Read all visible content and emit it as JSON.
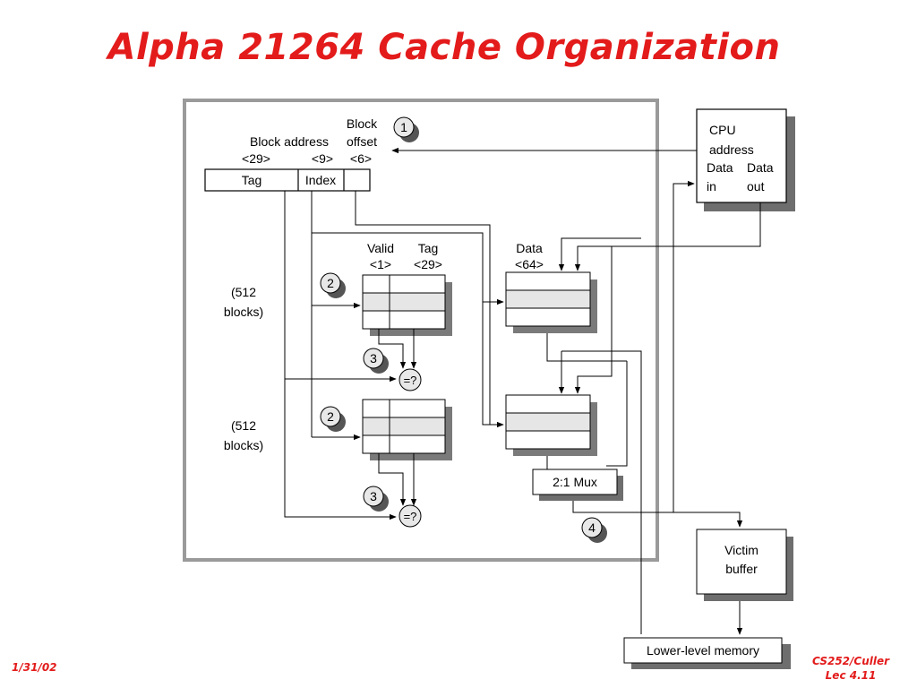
{
  "slide": {
    "title": "Alpha 21264 Cache Organization",
    "date": "1/31/02",
    "course": "CS252/Culler",
    "lecture": "Lec 4.11"
  },
  "diagram": {
    "address": {
      "block_label": "Block",
      "offset_label": "offset",
      "block_address_label": "Block address",
      "tag_width": "<29>",
      "index_width": "<9>",
      "offset_width": "<6>",
      "tag_field": "Tag",
      "index_field": "Index"
    },
    "cpu": {
      "title": "CPU",
      "address": "address",
      "data_in_1": "Data",
      "data_in_2": "in",
      "data_out_1": "Data",
      "data_out_2": "out"
    },
    "tag_array": {
      "valid_label": "Valid",
      "valid_width": "<1>",
      "tag_label": "Tag",
      "tag_width": "<29>"
    },
    "data_array": {
      "label": "Data",
      "width": "<64>"
    },
    "blocks_1": "(512",
    "blocks_2": "blocks)",
    "compare": "=?",
    "mux": "2:1 Mux",
    "victim_1": "Victim",
    "victim_2": "buffer",
    "lower_memory": "Lower-level memory",
    "steps": {
      "s1": "1",
      "s2": "2",
      "s3": "3",
      "s4": "4"
    }
  }
}
